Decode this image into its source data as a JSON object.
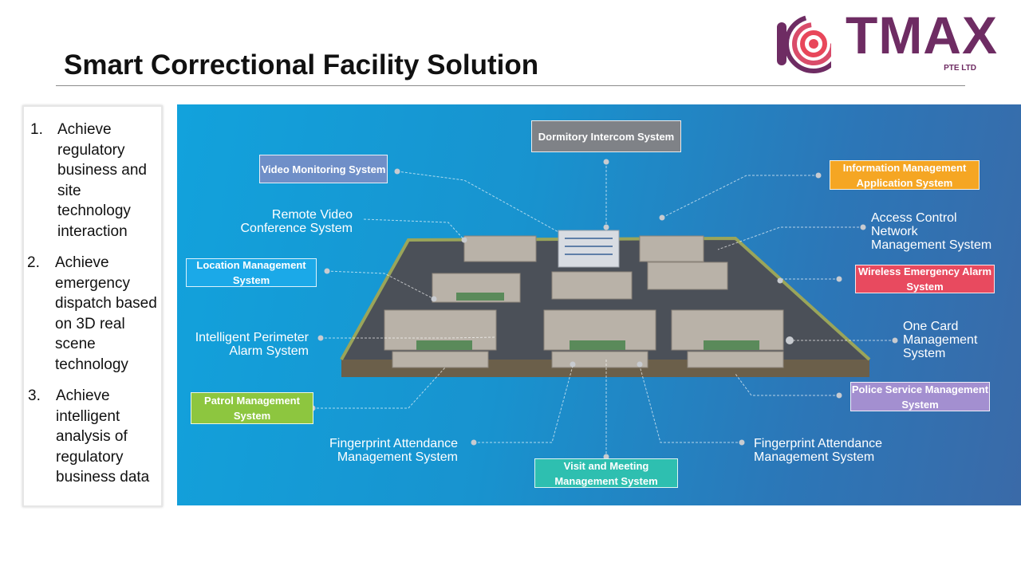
{
  "slide": {
    "title": "Smart Correctional Facility Solution"
  },
  "logo": {
    "brand": "I TMAX",
    "subtitle": "PTE LTD",
    "colors": {
      "primary": "#6e2c63",
      "accent": "#e8475a"
    }
  },
  "goals": [
    {
      "num": "1.",
      "text": "Achieve regulatory business and site technology interaction"
    },
    {
      "num": "2.",
      "text": "Achieve emergency dispatch based on 3D real scene technology"
    },
    {
      "num": "3.",
      "text": "Achieve intelligent analysis of regulatory business data"
    }
  ],
  "systems": {
    "dormitory_intercom": {
      "label": "Dormitory Intercom System",
      "color": "#7f8287"
    },
    "video_monitoring": {
      "label": "Video Monitoring System",
      "color": "#6f8fc8"
    },
    "information_management": {
      "label": "Information Management Application System",
      "color": "#f5a623"
    },
    "remote_video": {
      "label": "Remote Video\nConference System"
    },
    "access_control": {
      "label": "Access Control\nNetwork\nManagement System"
    },
    "location_management": {
      "label": "Location Management System",
      "color": "#1ba9e8"
    },
    "wireless_alarm": {
      "label": "Wireless Emergency Alarm System",
      "color": "#e84a5f"
    },
    "perimeter_alarm": {
      "label": "Intelligent Perimeter\nAlarm System"
    },
    "one_card": {
      "label": "One Card\nManagement\nSystem"
    },
    "patrol_management": {
      "label": "Patrol Management System",
      "color": "#8dc63f"
    },
    "police_service": {
      "label": "Police Service Management System",
      "color": "#a38fd0"
    },
    "fingerprint_left": {
      "label": "Fingerprint Attendance\nManagement System"
    },
    "fingerprint_right": {
      "label": "Fingerprint Attendance\nManagement System"
    },
    "visit_meeting": {
      "label": "Visit and Meeting Management System",
      "color": "#2ebfb0"
    }
  }
}
